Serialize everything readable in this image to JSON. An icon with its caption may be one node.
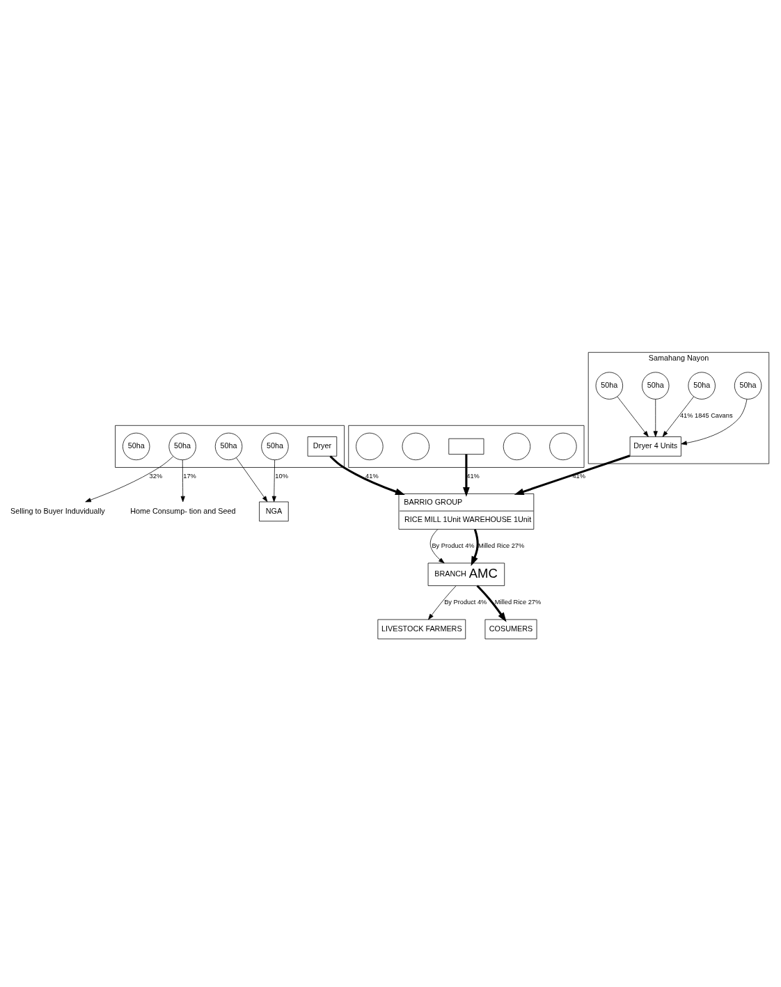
{
  "diagram": {
    "nodes": [
      {
        "text": [
          "Samahang Nayon"
        ]
      },
      {
        "text": [
          "50ha"
        ],
        "in": 0
      },
      {
        "text": [
          "50ha"
        ],
        "in": 0
      },
      {
        "text": [
          "Dryer 4 Units"
        ],
        "in": 0
      },
      {
        "text": [
          "50ha"
        ],
        "in": 0
      },
      {
        "text": [
          "50ha"
        ],
        "in": 0
      },
      {
        "text": [
          "NGA"
        ]
      },
      {
        "text": [],
        "shape": "box"
      },
      {
        "text": [
          "50ha"
        ],
        "in": 7
      },
      {
        "text": [
          "50ha"
        ],
        "in": 7
      },
      {
        "text": [
          "Dryer"
        ],
        "in": 7
      },
      {
        "text": [
          "50ha"
        ],
        "in": 7
      },
      {
        "text": [
          "50ha"
        ],
        "in": 7
      },
      {
        "text": [
          "BARRIO GROUP",
          "RICE MILL 1Unit WAREHOUSE 1Unit"
        ]
      },
      {
        "text": [],
        "shape": "box"
      },
      {
        "text": [],
        "shape": "circle",
        "in": 14
      },
      {
        "text": [],
        "shape": "circle",
        "in": 14
      },
      {
        "text": [],
        "shape": "box",
        "in": 14
      },
      {
        "text": [],
        "shape": "circle",
        "in": 14
      },
      {
        "text": [],
        "shape": "circle",
        "in": 14
      },
      {
        "text": [
          "Selling to Buyer Induvidually"
        ]
      },
      {
        "text": [
          "Home Consump- tion and Seed"
        ]
      },
      {
        "text": [
          "BRANCH",
          "AMC"
        ]
      },
      {
        "text": [
          "LIVESTOCK FARMERS"
        ]
      },
      {
        "text": [
          "COSUMERS"
        ]
      }
    ],
    "edges": [
      {
        "from": 1,
        "to": 3,
        "arrow": "to"
      },
      {
        "from": 2,
        "to": 3,
        "arrow": "to",
        "label": "41% 1845 Cavans"
      },
      {
        "from": 4,
        "to": 3,
        "arrow": "to"
      },
      {
        "from": 5,
        "to": 3,
        "arrow": "to"
      },
      {
        "from": 3,
        "to": 13,
        "arrow": "to",
        "label": "41%",
        "style": "thick"
      },
      {
        "from": 8,
        "to": 6,
        "arrow": "to",
        "label": "10%"
      },
      {
        "from": 9,
        "to": 6,
        "arrow": "to"
      },
      {
        "from": 10,
        "to": 13,
        "arrow": "to",
        "label": "41%",
        "style": "thick"
      },
      {
        "from": 17,
        "to": 13,
        "arrow": "to",
        "label": "41%",
        "style": "thick"
      },
      {
        "from": 11,
        "to": 20,
        "arrow": "to",
        "label": "32%"
      },
      {
        "from": 11,
        "to": 21,
        "arrow": "to",
        "label": "17%"
      },
      {
        "from": 13,
        "to": 22,
        "arrow": "to",
        "label": "By Product 4%"
      },
      {
        "from": 13,
        "to": 22,
        "arrow": "to",
        "label": "Milled Rice 27%",
        "style": "thick"
      },
      {
        "from": 22,
        "to": 23,
        "arrow": "to",
        "label": "By Product 4%"
      },
      {
        "from": 22,
        "to": 24,
        "arrow": "to",
        "label": "Milled Rice 27%",
        "style": "thick"
      }
    ]
  }
}
